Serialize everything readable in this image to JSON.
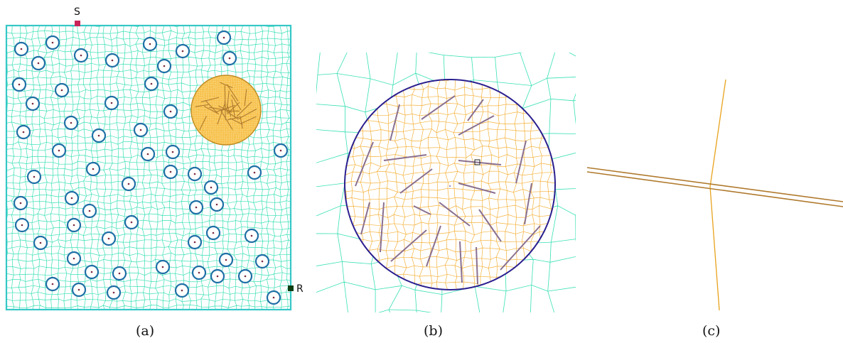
{
  "panels": [
    {
      "id": "a",
      "caption": "(a)"
    },
    {
      "id": "b",
      "caption": "(b)"
    },
    {
      "id": "c",
      "caption": "(c)"
    }
  ],
  "markers": {
    "source_label": "S",
    "receiver_label": "R"
  },
  "colors": {
    "background_mesh": "#38e0b4",
    "domain_border": "#36c7c8",
    "inclusion_ring": "#1f6fa6",
    "inclusion_dot": "#7a2a40",
    "refined_mesh": "#f4b13a",
    "refined_disk": "#f7c04a",
    "refined_boundary": "#2a1f8f",
    "fracture": "#8a7090",
    "fracture_detail": "#b07a2e",
    "crossing_edge": "#e8a21c",
    "source_marker": "#c8245a",
    "receiver_marker": "#0e3d12"
  }
}
